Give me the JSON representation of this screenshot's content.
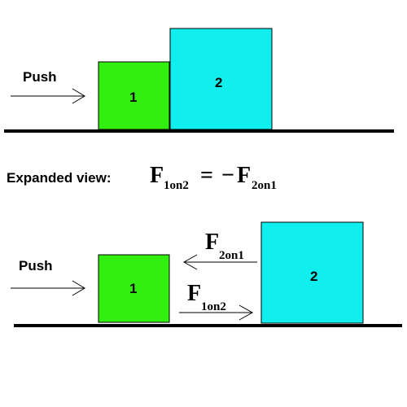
{
  "top": {
    "push_label": "Push",
    "block1_label": "1",
    "block2_label": "2"
  },
  "expanded": {
    "label": "Expanded view:",
    "equation": {
      "lhs_symbol": "F",
      "lhs_subscript": "1on2",
      "equals": "=",
      "minus": "−",
      "rhs_symbol": "F",
      "rhs_subscript": "2on1"
    }
  },
  "bottom": {
    "push_label": "Push",
    "block1_label": "1",
    "block2_label": "2",
    "force_left": {
      "symbol": "F",
      "subscript": "2on1"
    },
    "force_right": {
      "symbol": "F",
      "subscript": "1on2"
    }
  },
  "colors": {
    "block1": "#33ee11",
    "block2": "#11eeee",
    "ground": "#000000",
    "outline": "#000000",
    "background": "#ffffff"
  }
}
